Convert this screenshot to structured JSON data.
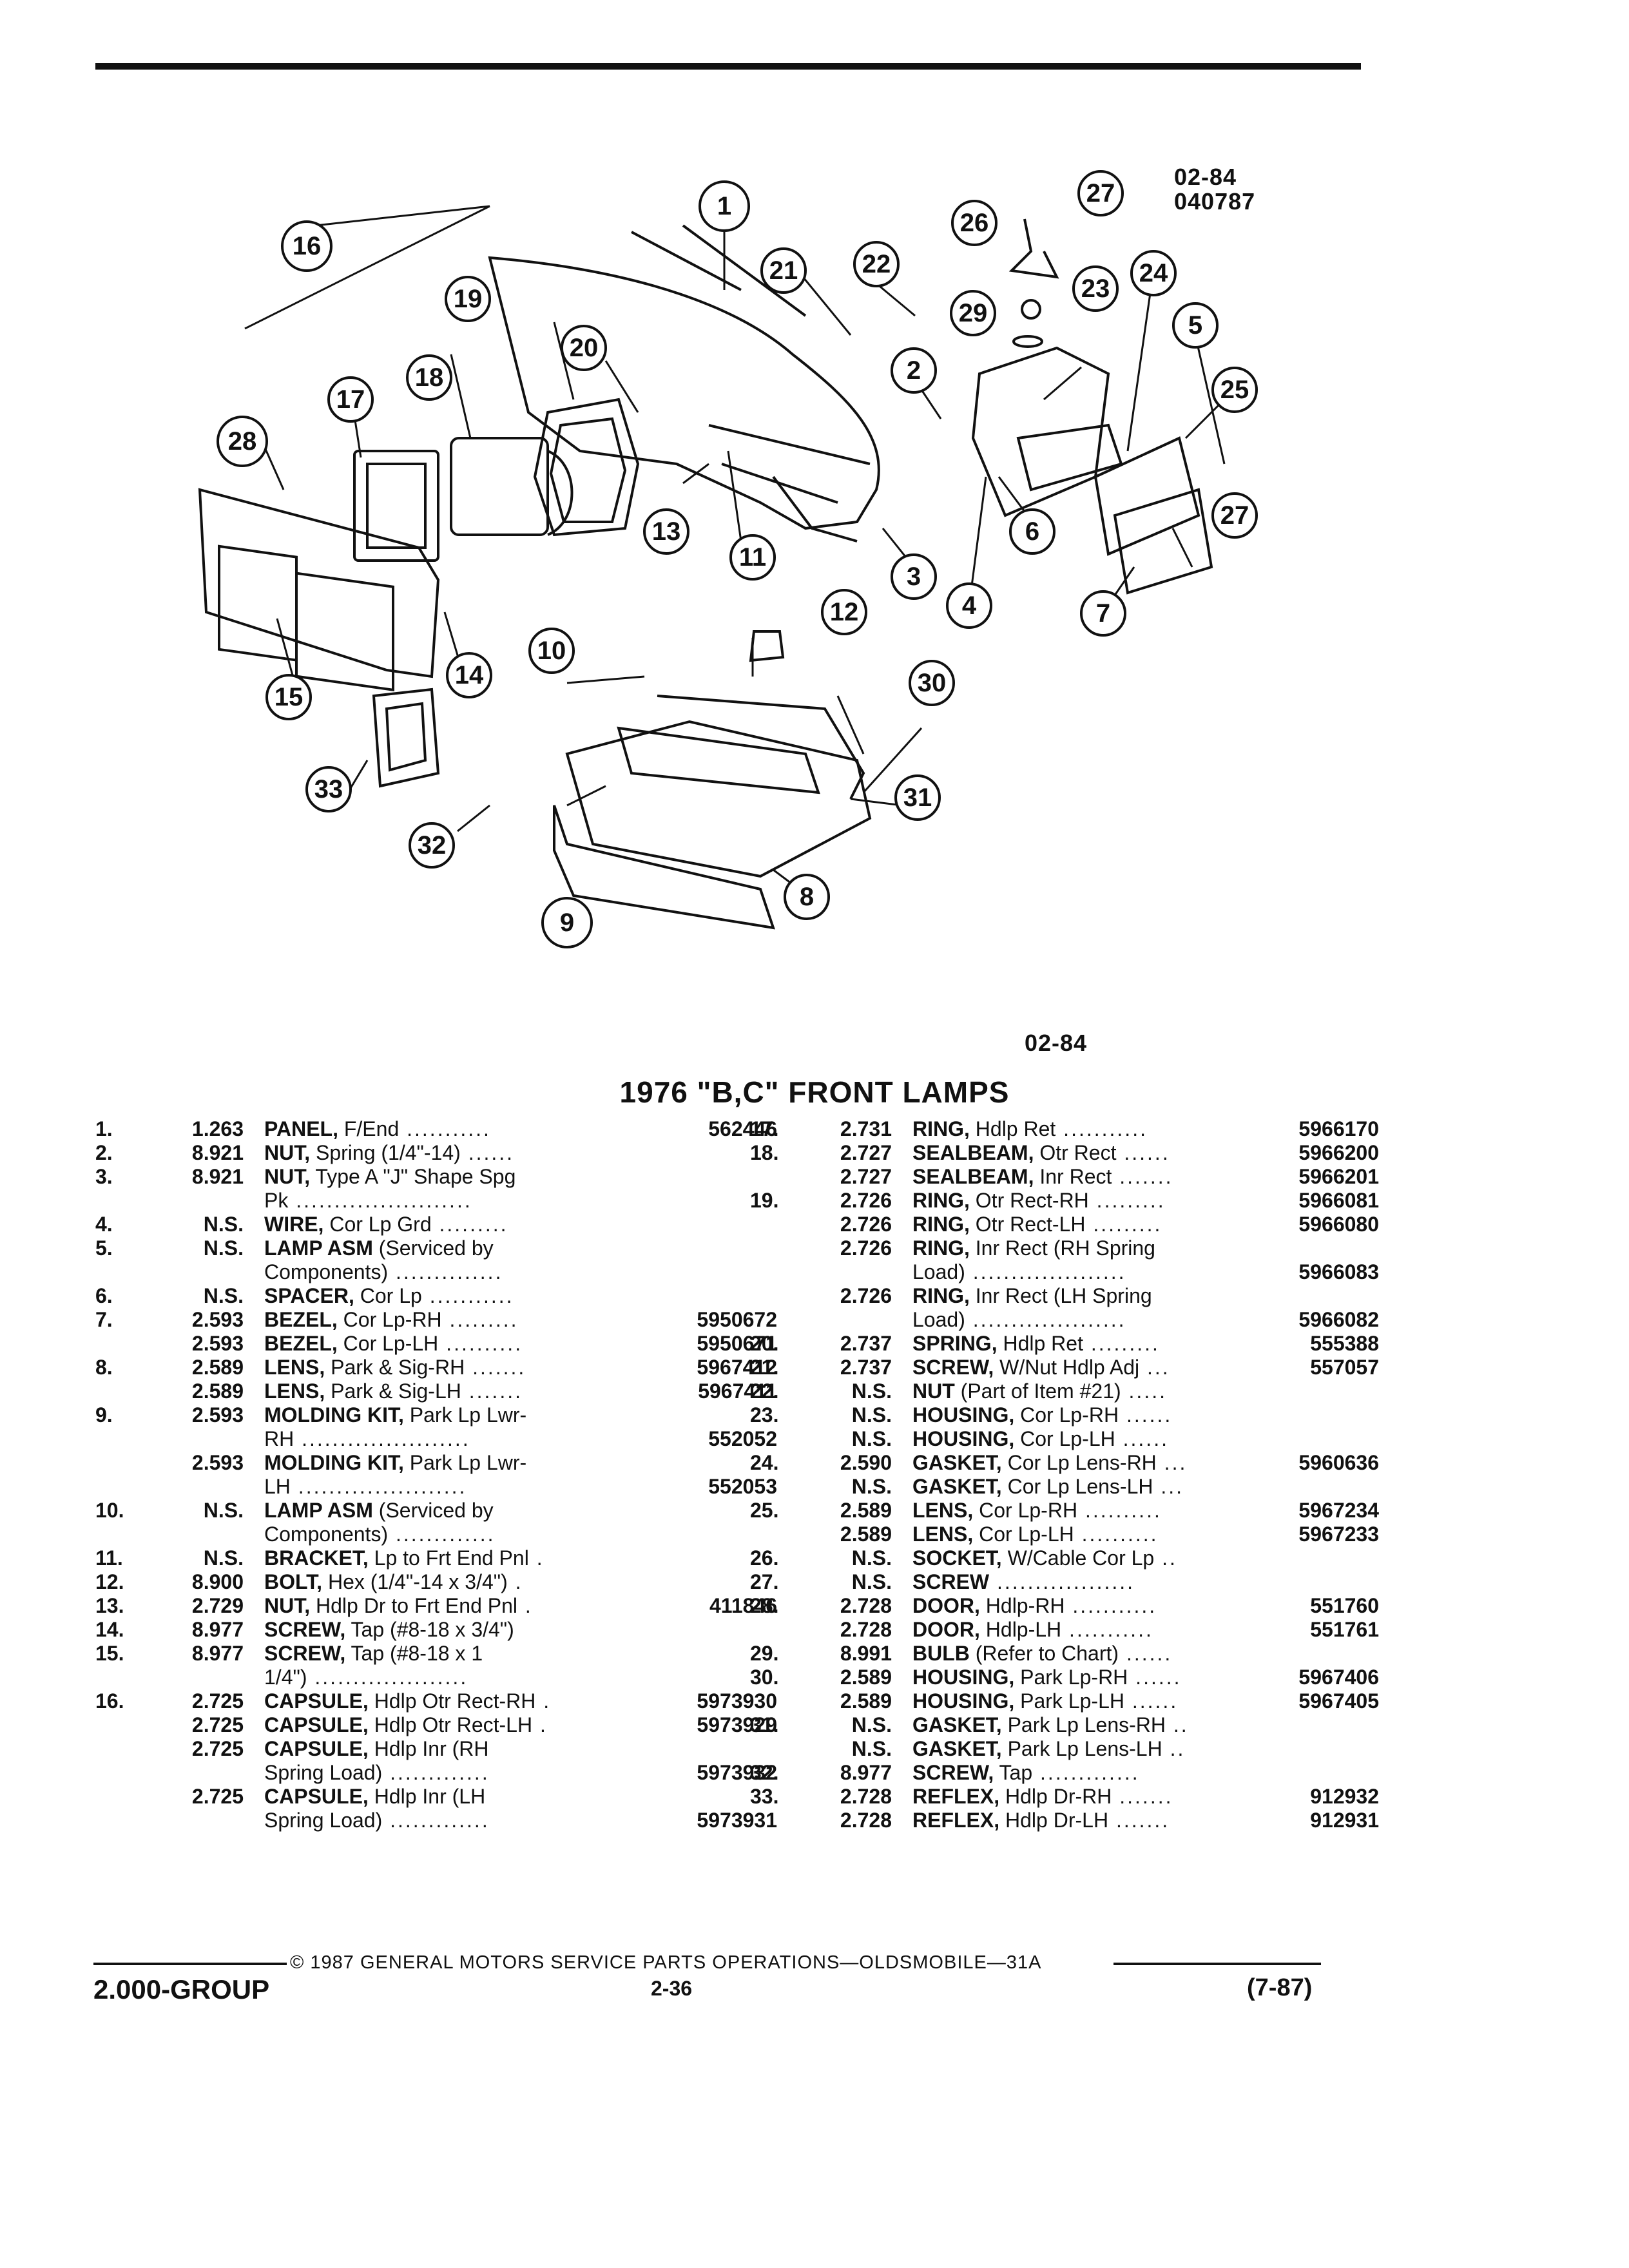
{
  "header": {
    "code_top_line1": "02-84",
    "code_top_line2": "040787",
    "code_bottom": "02-84"
  },
  "title": "1976 \"B,C\" FRONT LAMPS",
  "diagram": {
    "callouts": [
      "1",
      "2",
      "3",
      "4",
      "5",
      "6",
      "7",
      "8",
      "9",
      "10",
      "11",
      "12",
      "13",
      "14",
      "15",
      "16",
      "17",
      "18",
      "19",
      "20",
      "21",
      "22",
      "23",
      "24",
      "25",
      "26",
      "27",
      "27",
      "28",
      "29",
      "30",
      "31",
      "32",
      "33"
    ],
    "icon": "exploded-front-lamp-assembly"
  },
  "left_rows": [
    {
      "no": "1.",
      "grp": "1.263",
      "name": "PANEL,",
      "text": " F/End",
      "dots": " ...........",
      "pn": "562446"
    },
    {
      "no": "2.",
      "grp": "8.921",
      "name": "NUT,",
      "text": " Spring (1/4\"-14)",
      "dots": " ......",
      "pn": ""
    },
    {
      "no": "3.",
      "grp": "8.921",
      "name": "NUT,",
      "text": " Type A \"J\" Shape Spg",
      "dots": "",
      "pn": ""
    },
    {
      "no": "",
      "grp": "",
      "name": "",
      "text": "Pk",
      "dots": " .......................",
      "pn": ""
    },
    {
      "no": "4.",
      "grp": "N.S.",
      "name": "WIRE,",
      "text": " Cor Lp Grd",
      "dots": " .........",
      "pn": ""
    },
    {
      "no": "5.",
      "grp": "N.S.",
      "name": "LAMP ASM",
      "text": " (Serviced by",
      "dots": "",
      "pn": ""
    },
    {
      "no": "",
      "grp": "",
      "name": "",
      "text": "Components)",
      "dots": " ..............",
      "pn": ""
    },
    {
      "no": "6.",
      "grp": "N.S.",
      "name": "SPACER,",
      "text": " Cor Lp",
      "dots": " ...........",
      "pn": ""
    },
    {
      "no": "7.",
      "grp": "2.593",
      "name": "BEZEL,",
      "text": " Cor Lp-RH",
      "dots": " .........",
      "pn": "5950672"
    },
    {
      "no": "",
      "grp": "2.593",
      "name": "BEZEL,",
      "text": " Cor Lp-LH",
      "dots": " ..........",
      "pn": "5950671"
    },
    {
      "no": "8.",
      "grp": "2.589",
      "name": "LENS,",
      "text": " Park & Sig-RH",
      "dots": " .......",
      "pn": "5967412"
    },
    {
      "no": "",
      "grp": "2.589",
      "name": "LENS,",
      "text": " Park & Sig-LH",
      "dots": " .......",
      "pn": "5967411"
    },
    {
      "no": "9.",
      "grp": "2.593",
      "name": "MOLDING KIT,",
      "text": " Park Lp Lwr-",
      "dots": "",
      "pn": ""
    },
    {
      "no": "",
      "grp": "",
      "name": "",
      "text": "RH",
      "dots": " ......................",
      "pn": "552052"
    },
    {
      "no": "",
      "grp": "2.593",
      "name": "MOLDING KIT,",
      "text": " Park Lp Lwr-",
      "dots": "",
      "pn": ""
    },
    {
      "no": "",
      "grp": "",
      "name": "",
      "text": "LH",
      "dots": " ......................",
      "pn": "552053"
    },
    {
      "no": "10.",
      "grp": "N.S.",
      "name": "LAMP ASM",
      "text": " (Serviced by",
      "dots": "",
      "pn": ""
    },
    {
      "no": "",
      "grp": "",
      "name": "",
      "text": "Components)",
      "dots": " .............",
      "pn": ""
    },
    {
      "no": "11.",
      "grp": "N.S.",
      "name": "BRACKET,",
      "text": " Lp to Frt End Pnl",
      "dots": " .",
      "pn": ""
    },
    {
      "no": "12.",
      "grp": "8.900",
      "name": "BOLT,",
      "text": " Hex (1/4\"-14 x 3/4\")",
      "dots": " .",
      "pn": ""
    },
    {
      "no": "13.",
      "grp": "2.729",
      "name": "NUT,",
      "text": " Hdlp Dr to Frt End Pnl",
      "dots": " .",
      "pn": "411846"
    },
    {
      "no": "14.",
      "grp": "8.977",
      "name": "SCREW,",
      "text": " Tap (#8-18 x 3/4\")",
      "dots": "",
      "pn": ""
    },
    {
      "no": "15.",
      "grp": "8.977",
      "name": "SCREW,",
      "text": " Tap (#8-18 x 1",
      "dots": "",
      "pn": ""
    },
    {
      "no": "",
      "grp": "",
      "name": "",
      "text": "1/4\")",
      "dots": " ....................",
      "pn": ""
    },
    {
      "no": "16.",
      "grp": "2.725",
      "name": "CAPSULE,",
      "text": " Hdlp Otr Rect-RH",
      "dots": " .",
      "pn": "5973930"
    },
    {
      "no": "",
      "grp": "2.725",
      "name": "CAPSULE,",
      "text": " Hdlp Otr Rect-LH",
      "dots": " .",
      "pn": "5973929"
    },
    {
      "no": "",
      "grp": "2.725",
      "name": "CAPSULE,",
      "text": " Hdlp Inr (RH",
      "dots": "",
      "pn": ""
    },
    {
      "no": "",
      "grp": "",
      "name": "",
      "text": "Spring Load)",
      "dots": " .............",
      "pn": "5973932"
    },
    {
      "no": "",
      "grp": "2.725",
      "name": "CAPSULE,",
      "text": " Hdlp Inr (LH",
      "dots": "",
      "pn": ""
    },
    {
      "no": "",
      "grp": "",
      "name": "",
      "text": "Spring Load)",
      "dots": " .............",
      "pn": "5973931"
    }
  ],
  "right_rows": [
    {
      "no": "17.",
      "grp": "2.731",
      "name": "RING,",
      "text": " Hdlp Ret",
      "dots": " ...........",
      "pn": "5966170"
    },
    {
      "no": "18.",
      "grp": "2.727",
      "name": "SEALBEAM,",
      "text": " Otr Rect",
      "dots": " ......",
      "pn": "5966200"
    },
    {
      "no": "",
      "grp": "2.727",
      "name": "SEALBEAM,",
      "text": " Inr Rect",
      "dots": " .......",
      "pn": "5966201"
    },
    {
      "no": "19.",
      "grp": "2.726",
      "name": "RING,",
      "text": " Otr Rect-RH",
      "dots": " .........",
      "pn": "5966081"
    },
    {
      "no": "",
      "grp": "2.726",
      "name": "RING,",
      "text": " Otr Rect-LH",
      "dots": " .........",
      "pn": "5966080"
    },
    {
      "no": "",
      "grp": "2.726",
      "name": "RING,",
      "text": " Inr Rect (RH Spring",
      "dots": "",
      "pn": ""
    },
    {
      "no": "",
      "grp": "",
      "name": "",
      "text": "Load)",
      "dots": " ....................",
      "pn": "5966083"
    },
    {
      "no": "",
      "grp": "2.726",
      "name": "RING,",
      "text": " Inr Rect (LH Spring",
      "dots": "",
      "pn": ""
    },
    {
      "no": "",
      "grp": "",
      "name": "",
      "text": "Load)",
      "dots": " ....................",
      "pn": "5966082"
    },
    {
      "no": "20.",
      "grp": "2.737",
      "name": "SPRING,",
      "text": " Hdlp Ret",
      "dots": " .........",
      "pn": "555388"
    },
    {
      "no": "21.",
      "grp": "2.737",
      "name": "SCREW,",
      "text": " W/Nut Hdlp Adj",
      "dots": " ...",
      "pn": "557057"
    },
    {
      "no": "22.",
      "grp": "N.S.",
      "name": "NUT",
      "text": " (Part of Item #21)",
      "dots": " .....",
      "pn": ""
    },
    {
      "no": "23.",
      "grp": "N.S.",
      "name": "HOUSING,",
      "text": " Cor Lp-RH",
      "dots": " ......",
      "pn": ""
    },
    {
      "no": "",
      "grp": "N.S.",
      "name": "HOUSING,",
      "text": " Cor Lp-LH",
      "dots": " ......",
      "pn": ""
    },
    {
      "no": "24.",
      "grp": "2.590",
      "name": "GASKET,",
      "text": " Cor Lp Lens-RH",
      "dots": " ...",
      "pn": "5960636"
    },
    {
      "no": "",
      "grp": "N.S.",
      "name": "GASKET,",
      "text": " Cor Lp Lens-LH",
      "dots": " ...",
      "pn": ""
    },
    {
      "no": "25.",
      "grp": "2.589",
      "name": "LENS,",
      "text": " Cor Lp-RH",
      "dots": " ..........",
      "pn": "5967234"
    },
    {
      "no": "",
      "grp": "2.589",
      "name": "LENS,",
      "text": " Cor Lp-LH",
      "dots": " ..........",
      "pn": "5967233"
    },
    {
      "no": "26.",
      "grp": "N.S.",
      "name": "SOCKET,",
      "text": " W/Cable Cor Lp",
      "dots": " ..",
      "pn": ""
    },
    {
      "no": "27.",
      "grp": "N.S.",
      "name": "SCREW",
      "text": "",
      "dots": " ..................",
      "pn": ""
    },
    {
      "no": "28.",
      "grp": "2.728",
      "name": "DOOR,",
      "text": " Hdlp-RH",
      "dots": " ...........",
      "pn": "551760"
    },
    {
      "no": "",
      "grp": "2.728",
      "name": "DOOR,",
      "text": " Hdlp-LH",
      "dots": " ...........",
      "pn": "551761"
    },
    {
      "no": "29.",
      "grp": "8.991",
      "name": "BULB",
      "text": " (Refer to Chart)",
      "dots": " ......",
      "pn": ""
    },
    {
      "no": "30.",
      "grp": "2.589",
      "name": "HOUSING,",
      "text": " Park Lp-RH",
      "dots": " ......",
      "pn": "5967406"
    },
    {
      "no": "",
      "grp": "2.589",
      "name": "HOUSING,",
      "text": " Park Lp-LH",
      "dots": " ......",
      "pn": "5967405"
    },
    {
      "no": "31.",
      "grp": "N.S.",
      "name": "GASKET,",
      "text": " Park Lp Lens-RH",
      "dots": " ..",
      "pn": ""
    },
    {
      "no": "",
      "grp": "N.S.",
      "name": "GASKET,",
      "text": " Park Lp Lens-LH",
      "dots": " ..",
      "pn": ""
    },
    {
      "no": "32.",
      "grp": "8.977",
      "name": "SCREW,",
      "text": " Tap",
      "dots": " .............",
      "pn": ""
    },
    {
      "no": "33.",
      "grp": "2.728",
      "name": "REFLEX,",
      "text": " Hdlp Dr-RH",
      "dots": " .......",
      "pn": "912932"
    },
    {
      "no": "",
      "grp": "2.728",
      "name": "REFLEX,",
      "text": " Hdlp Dr-LH",
      "dots": " .......",
      "pn": "912931"
    }
  ],
  "footer": {
    "copyright": "© 1987 GENERAL MOTORS SERVICE PARTS OPERATIONS—OLDSMOBILE—31A",
    "group": "2.000-GROUP",
    "page": "2-36",
    "revision": "(7-87)"
  }
}
